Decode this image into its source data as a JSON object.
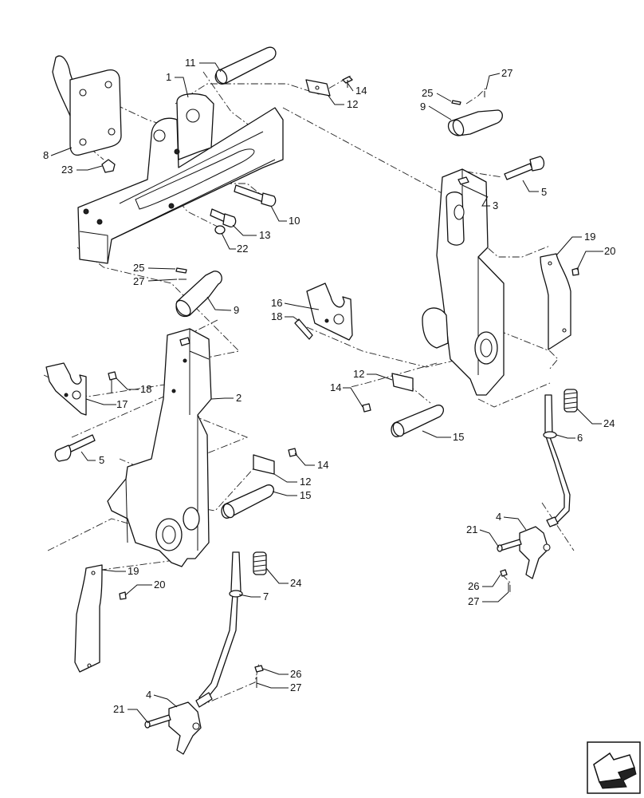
{
  "diagram": {
    "callouts": [
      {
        "id": "c11",
        "text": "11"
      },
      {
        "id": "c1",
        "text": "1"
      },
      {
        "id": "c14a",
        "text": "14"
      },
      {
        "id": "c12a",
        "text": "12"
      },
      {
        "id": "c27a",
        "text": "27"
      },
      {
        "id": "c25a",
        "text": "25"
      },
      {
        "id": "c9a",
        "text": "9"
      },
      {
        "id": "c8",
        "text": "8"
      },
      {
        "id": "c23",
        "text": "23"
      },
      {
        "id": "c5a",
        "text": "5"
      },
      {
        "id": "c3",
        "text": "3"
      },
      {
        "id": "c10",
        "text": "10"
      },
      {
        "id": "c13",
        "text": "13"
      },
      {
        "id": "c22",
        "text": "22"
      },
      {
        "id": "c19a",
        "text": "19"
      },
      {
        "id": "c20a",
        "text": "20"
      },
      {
        "id": "c25b",
        "text": "25"
      },
      {
        "id": "c27b",
        "text": "27"
      },
      {
        "id": "c9b",
        "text": "9"
      },
      {
        "id": "c16",
        "text": "16"
      },
      {
        "id": "c18a",
        "text": "18"
      },
      {
        "id": "c12b",
        "text": "12"
      },
      {
        "id": "c14b",
        "text": "14"
      },
      {
        "id": "c18b",
        "text": "18"
      },
      {
        "id": "c17",
        "text": "17"
      },
      {
        "id": "c2",
        "text": "2"
      },
      {
        "id": "c15a",
        "text": "15"
      },
      {
        "id": "c24a",
        "text": "24"
      },
      {
        "id": "c6",
        "text": "6"
      },
      {
        "id": "c5b",
        "text": "5"
      },
      {
        "id": "c14c",
        "text": "14"
      },
      {
        "id": "c12c",
        "text": "12"
      },
      {
        "id": "c15b",
        "text": "15"
      },
      {
        "id": "c4a",
        "text": "4"
      },
      {
        "id": "c21a",
        "text": "21"
      },
      {
        "id": "c26a",
        "text": "26"
      },
      {
        "id": "c27c",
        "text": "27"
      },
      {
        "id": "c19b",
        "text": "19"
      },
      {
        "id": "c20b",
        "text": "20"
      },
      {
        "id": "c24b",
        "text": "24"
      },
      {
        "id": "c7",
        "text": "7"
      },
      {
        "id": "c26b",
        "text": "26"
      },
      {
        "id": "c27d",
        "text": "27"
      },
      {
        "id": "c4b",
        "text": "4"
      },
      {
        "id": "c21b",
        "text": "21"
      }
    ],
    "navigation": {
      "icon": "page-turn-arrow-icon"
    }
  }
}
